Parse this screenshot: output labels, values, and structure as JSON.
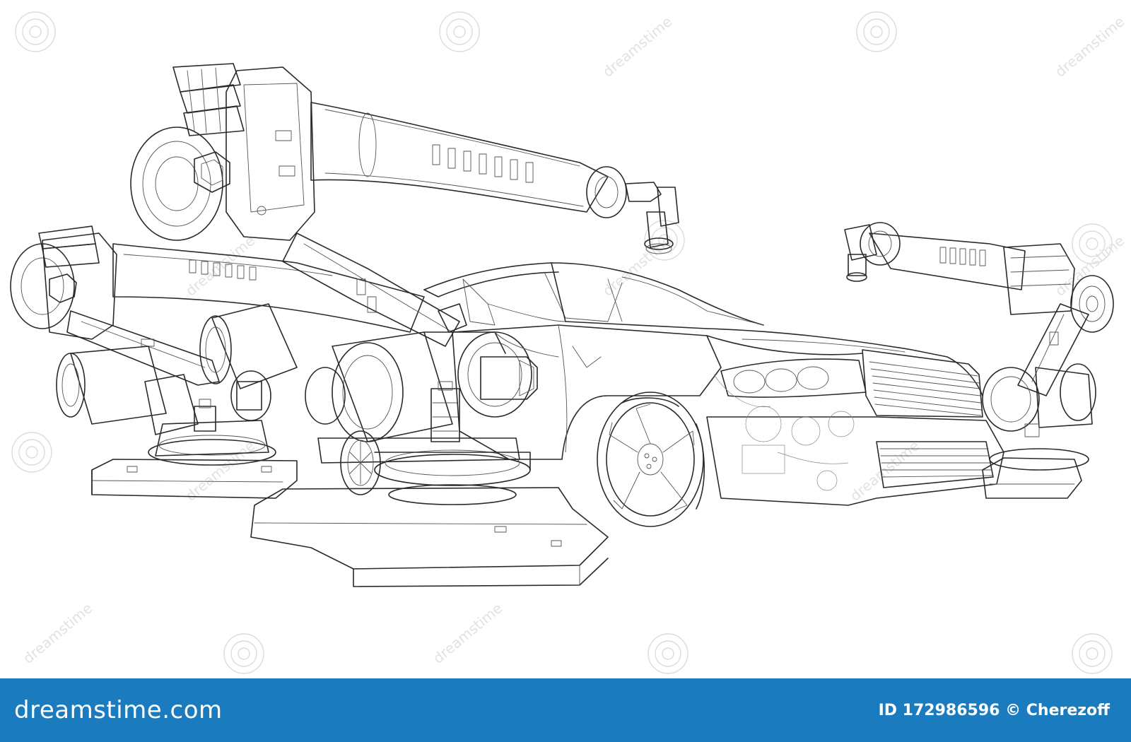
{
  "footer": {
    "logo": "dreamstime.com",
    "credit": "ID 172986596 © Cherezoff",
    "background_color": "#1a7bbf",
    "text_color": "#ffffff"
  },
  "watermark": {
    "text": "dreamstime"
  },
  "image": {
    "style": "technical wireframe line drawing",
    "line_color": "#2a2a2a",
    "background_color": "#ffffff"
  }
}
